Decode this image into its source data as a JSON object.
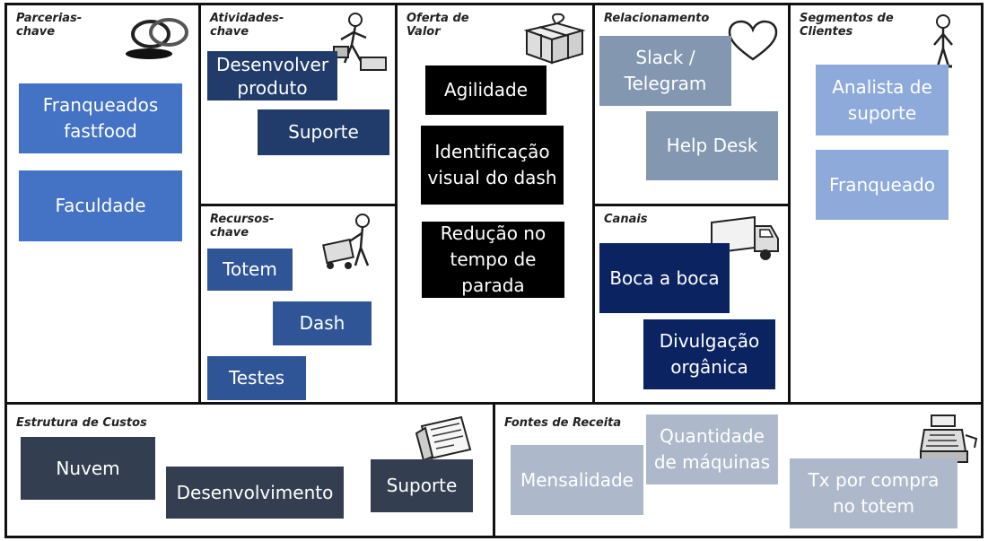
{
  "headers": {
    "parcerias": "Parcerias-\nchave",
    "atividades": "Atividades-\nchave",
    "oferta": "Oferta de\nValor",
    "relacionamento": "Relacionamento",
    "segmentos": "Segmentos de\nClientes",
    "recursos": "Recursos-\nchave",
    "canais": "Canais",
    "custos": "Estrutura de Custos",
    "receita": "Fontes de Receita"
  },
  "notes": {
    "parcerias": [
      "Franqueados fastfood",
      "Faculdade"
    ],
    "atividades": [
      "Desenvolver produto",
      "Suporte"
    ],
    "recursos": [
      "Totem",
      "Dash",
      "Testes"
    ],
    "oferta": [
      "Agilidade",
      "Identificação visual do dash",
      "Redução no tempo de parada"
    ],
    "relacionamento": [
      "Slack / Telegram",
      "Help Desk"
    ],
    "canais": [
      "Boca a boca",
      "Divulgação orgânica"
    ],
    "segmentos": [
      "Analista de suporte",
      "Franqueado"
    ],
    "custos": [
      "Nuvem",
      "Desenvolvimento",
      "Suporte"
    ],
    "receita": [
      "Mensalidade",
      "Quantidade de máquinas",
      "Tx por compra no totem"
    ]
  },
  "colors": {
    "parcerias": "#4472c4",
    "atividades": "#213b6a",
    "recursos": "#2f5597",
    "oferta": "#000000",
    "relacionamento": "#8497b0",
    "canais": "#0b2361",
    "segmentos": "#8eaadb",
    "custos": "#333f50",
    "receita": "#adb9ca",
    "border": "#111111"
  },
  "icons": {
    "parcerias": "linked-rings-icon",
    "atividades": "worker-with-box-icon",
    "oferta": "gift-box-icon",
    "relacionamento": "heart-icon",
    "segmentos": "person-icon",
    "recursos": "worker-with-cart-icon",
    "canais": "delivery-truck-icon",
    "custos": "price-tag-receipt-icon",
    "receita": "cash-register-icon"
  }
}
